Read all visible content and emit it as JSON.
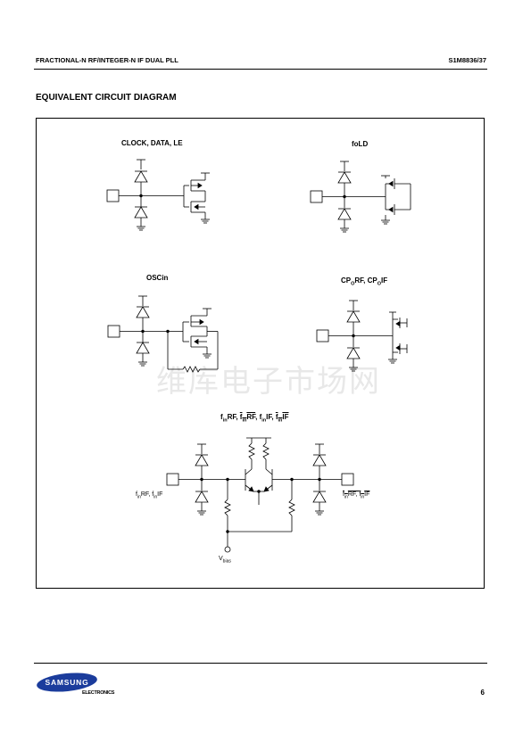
{
  "header": {
    "left": "FRACTIONAL-N RF/INTEGER-N IF DUAL PLL",
    "right": "S1M8836/37"
  },
  "section_title": "EQUIVALENT CIRCUIT DIAGRAM",
  "circuits": {
    "clock": "CLOCK, DATA, LE",
    "fold": "foLD",
    "oscin": "OSCin"
  },
  "labels": {
    "cp": {
      "a": "CP",
      "a_sub": "O",
      "a_rest": "RF, CP",
      "b_sub": "O",
      "b_rest": "IF"
    },
    "fin": {
      "f1": "f",
      "s1": "in",
      "t1": "RF, ",
      "f2": "f",
      "s2": "in",
      "t2": "RF",
      "sep2": ", ",
      "f3": "f",
      "s3": "in",
      "t3": "IF, ",
      "f4": "f",
      "s4": "in",
      "t4": "IF"
    },
    "fin_left": {
      "f1": "f",
      "s1": "in",
      "t1": "RF, f",
      "s2": "in",
      "t2": "IF"
    },
    "fin_right": {
      "f1": "f",
      "s1": "in",
      "t1": "RF, ",
      "f2": "f",
      "s2": "in",
      "t2": "IF"
    },
    "vbias": {
      "v": "V",
      "sub": "bias"
    }
  },
  "watermark": "维库电子市场网",
  "footer": {
    "brand": "SAMSUNG",
    "sub": "ELECTRONICS",
    "page": "6"
  },
  "colors": {
    "brand_blue": "#1b3c9c",
    "watermark": "#e8e8e8"
  }
}
